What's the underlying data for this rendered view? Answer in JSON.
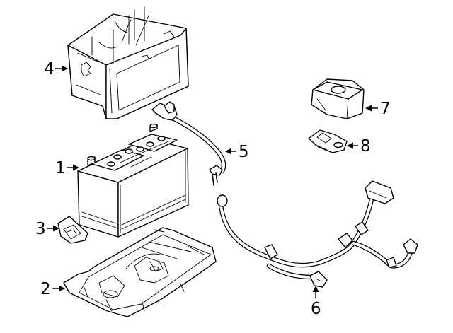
{
  "callouts": {
    "battery": "1",
    "tray": "2",
    "hold_down_clamp": "3",
    "insulator_box": "4",
    "negative_cable": "5",
    "positive_cable": "6",
    "terminal_cover": "7",
    "terminal_clamp": "8"
  }
}
